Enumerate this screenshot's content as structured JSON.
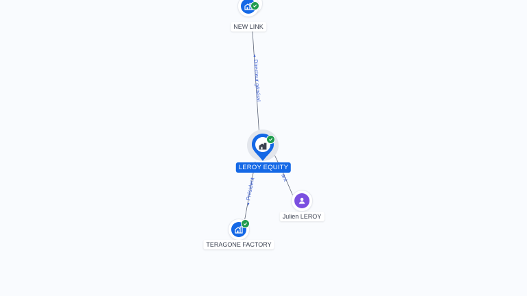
{
  "graph": {
    "nodes": {
      "new_link": {
        "label": "NEW LINK",
        "type": "company",
        "icon": "building-icon",
        "verified": true
      },
      "leroy_equity": {
        "label": "LEROY EQUITY",
        "type": "company",
        "icon": "building-icon",
        "verified": true,
        "focused": true
      },
      "teragone_factory": {
        "label": "TERAGONE FACTORY",
        "type": "company",
        "icon": "building-icon",
        "verified": true
      },
      "julien_leroy": {
        "label": "Julien LEROY",
        "type": "person",
        "icon": "person-icon",
        "verified": false
      }
    },
    "edges": [
      {
        "from": "leroy_equity",
        "to": "new_link",
        "label": "Directeur général"
      },
      {
        "from": "leroy_equity",
        "to": "teragone_factory",
        "label": "Président"
      },
      {
        "from": "julien_leroy",
        "to": "leroy_equity",
        "label": "...ant"
      }
    ]
  },
  "colors": {
    "background": "#f9fbfe",
    "company": "#1468e6",
    "person": "#7b4fe0",
    "verified": "#1f9c4e",
    "edge": "#5a6275",
    "edge_label": "#4a6bd6"
  }
}
